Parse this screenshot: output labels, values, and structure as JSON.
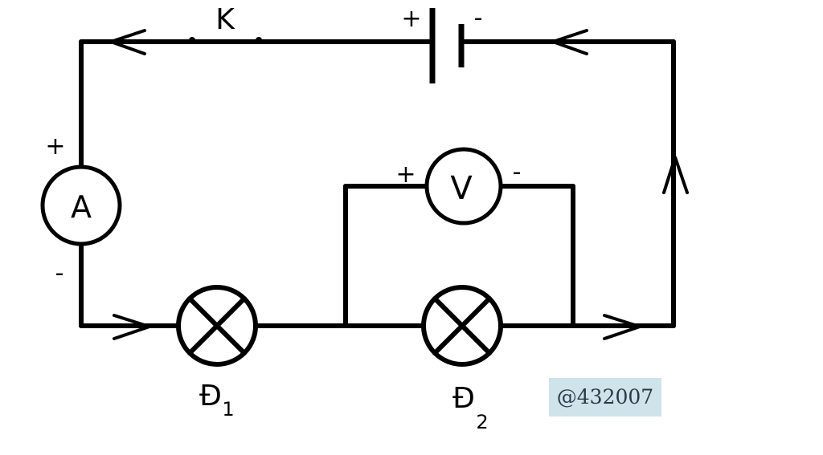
{
  "diagram": {
    "switch_label": "K",
    "battery": {
      "plus_sign": "+",
      "minus_sign": "-"
    },
    "ammeter": {
      "symbol": "A",
      "plus_sign": "+",
      "minus_sign": "-"
    },
    "voltmeter": {
      "symbol": "V",
      "plus_sign": "+",
      "minus_sign": "-"
    },
    "lamp1": {
      "label_main": "Đ",
      "label_sub": "1"
    },
    "lamp2": {
      "label_main": "Đ",
      "label_sub": "2"
    },
    "watermark": "@432007",
    "colors": {
      "ink": "#000000",
      "watermark_bg": "#cfe3ea",
      "watermark_text": "#2b3a44"
    }
  }
}
